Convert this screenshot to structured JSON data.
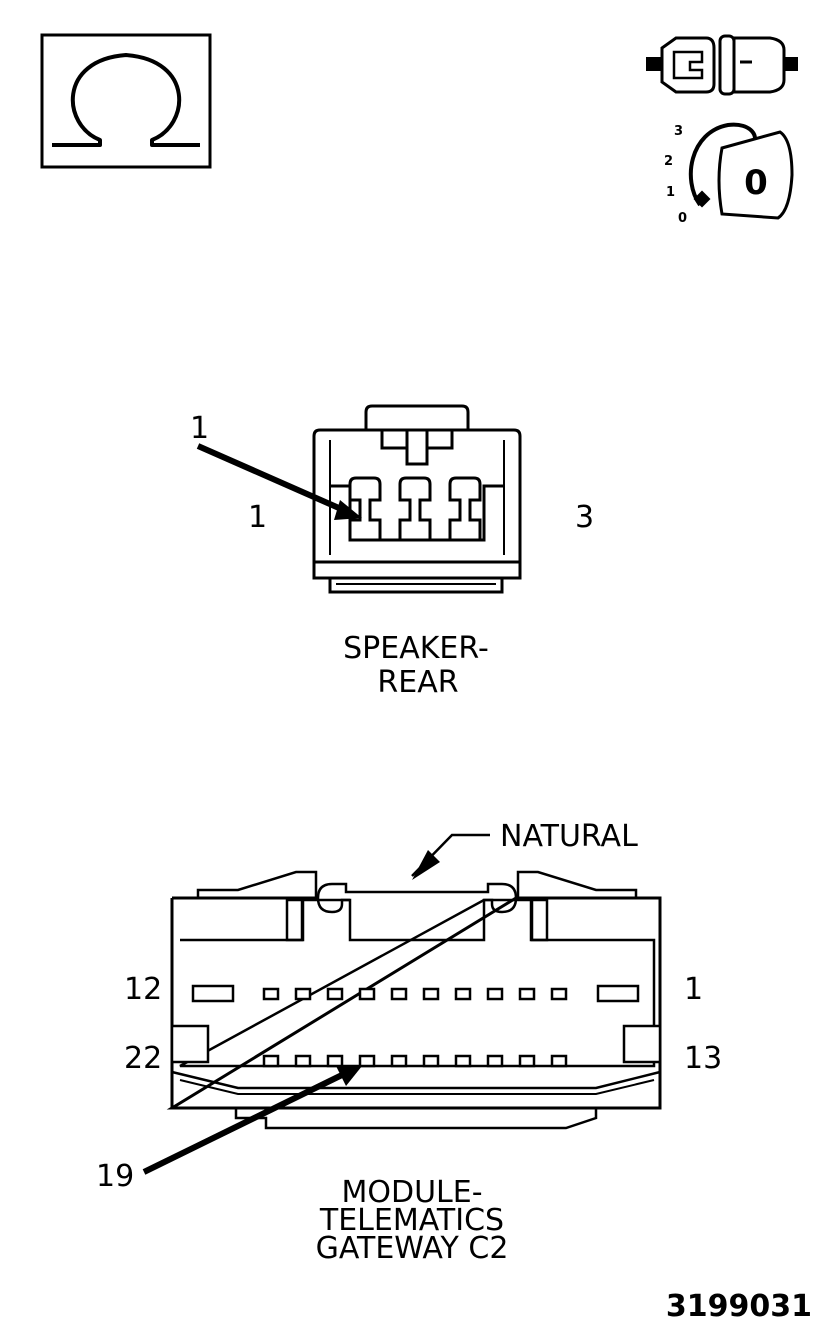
{
  "header": {
    "symbol_icon": "ohm-icon",
    "connector_icon": "disconnected-connector-icon",
    "ignition_icon": "ignition-key-icon",
    "ignition_positions": [
      "3",
      "2",
      "1",
      "0"
    ],
    "ignition_key_label": "0"
  },
  "speaker_connector": {
    "callout_number": "1",
    "pin_left": "1",
    "pin_right": "3",
    "name_line1": "SPEAKER-",
    "name_line2": "REAR"
  },
  "module_connector": {
    "color_label": "NATURAL",
    "pin_top_left": "12",
    "pin_top_right": "1",
    "pin_bottom_left": "22",
    "pin_bottom_right": "13",
    "callout_number": "19",
    "name_line1": "MODULE-",
    "name_line2": "TELEMATICS",
    "name_line3": "GATEWAY C2"
  },
  "figure_number": "3199031"
}
